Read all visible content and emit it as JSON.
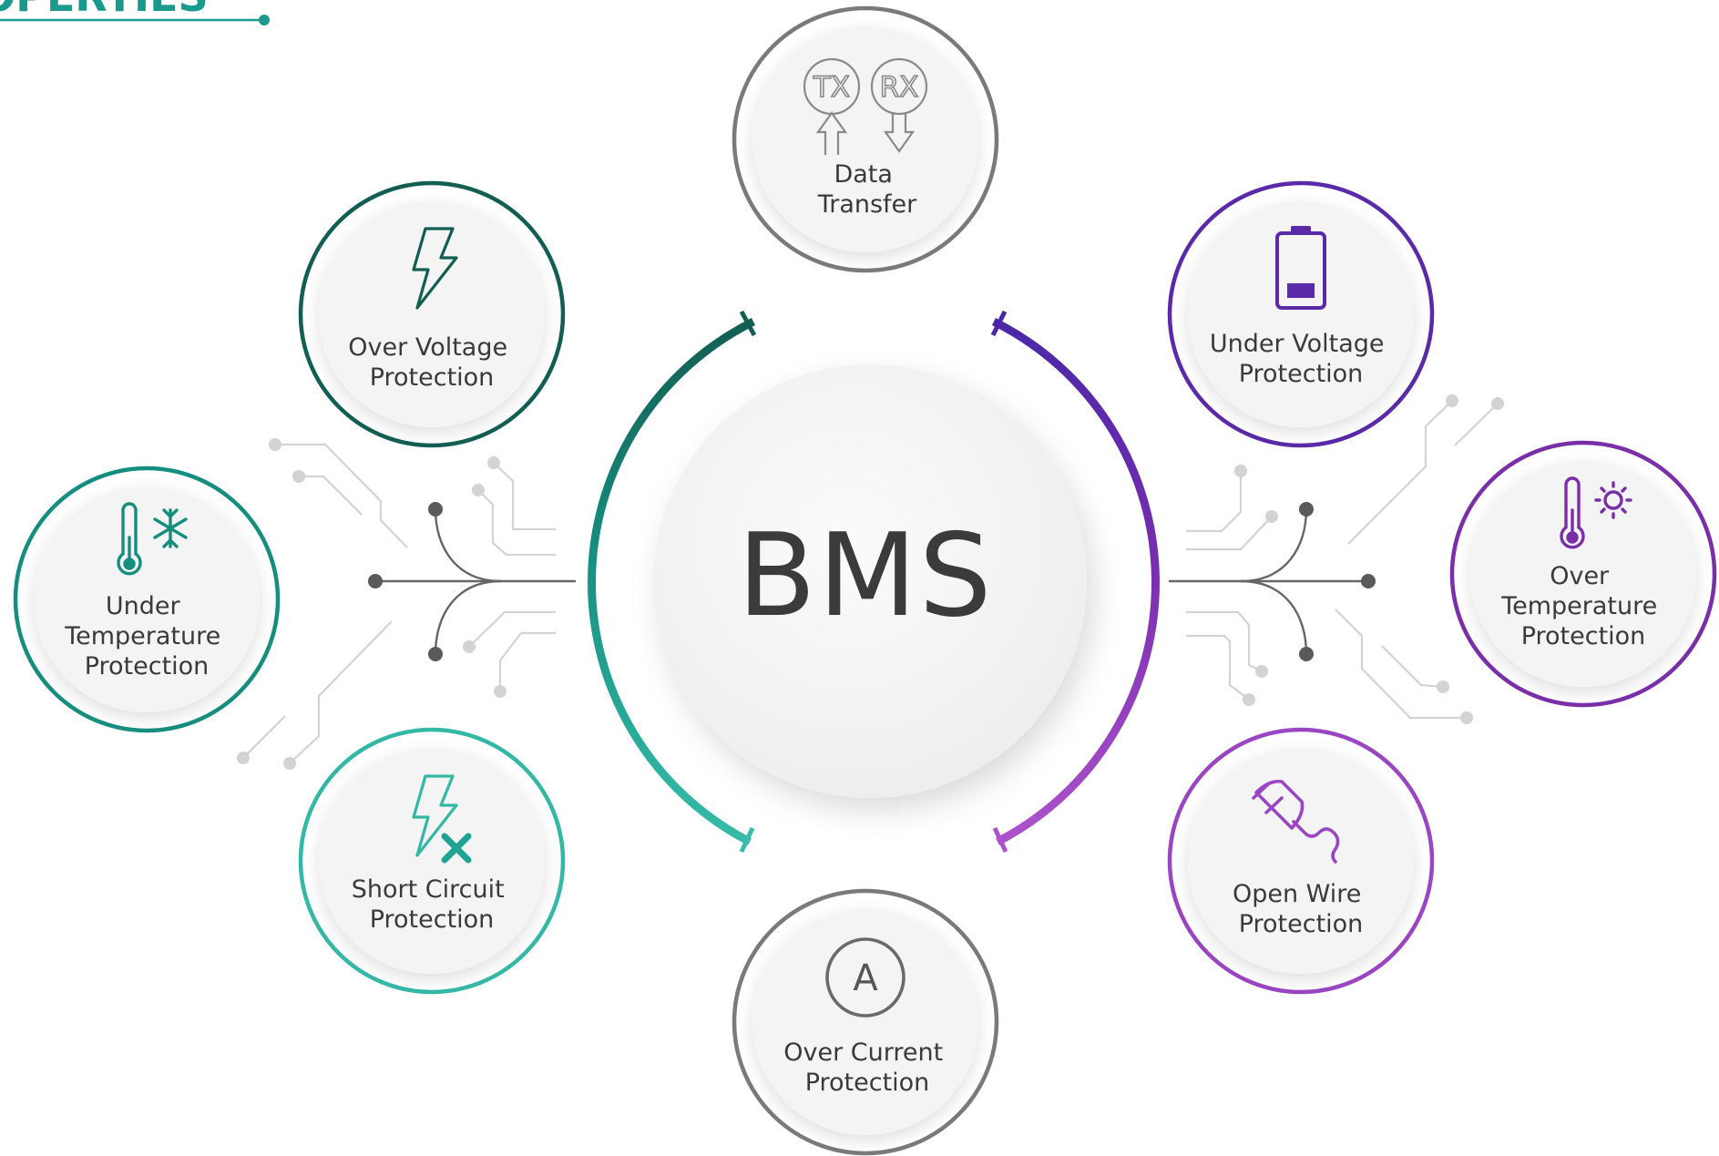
{
  "header": {
    "title": "OPERTIES"
  },
  "center": {
    "label": "BMS"
  },
  "nodes": [
    {
      "key": "data_transfer",
      "lines": [
        "Data",
        "Transfer"
      ],
      "ring_color": "#7a7a7a",
      "icon": "tx-rx-icon",
      "icon_text": [
        "TX",
        "RX"
      ]
    },
    {
      "key": "over_voltage",
      "lines": [
        "Over Voltage",
        "Protection"
      ],
      "ring_color": "#135e52",
      "icon": "lightning-bolt-icon"
    },
    {
      "key": "under_voltage",
      "lines": [
        "Under Voltage",
        "Protection"
      ],
      "ring_color": "#5a2aa8",
      "icon": "low-battery-icon"
    },
    {
      "key": "under_temperature",
      "lines": [
        "Under",
        "Temperature",
        "Protection"
      ],
      "ring_color": "#168e7f",
      "icon": "thermometer-snowflake-icon"
    },
    {
      "key": "over_temperature",
      "lines": [
        "Over",
        "Temperature",
        "Protection"
      ],
      "ring_color": "#7a2ea8",
      "icon": "thermometer-sun-icon"
    },
    {
      "key": "short_circuit",
      "lines": [
        "Short Circuit",
        "Protection"
      ],
      "ring_color": "#34b8a6",
      "icon": "lightning-cross-icon"
    },
    {
      "key": "open_wire",
      "lines": [
        "Open Wire",
        "Protection"
      ],
      "ring_color": "#9a45c2",
      "icon": "unplugged-wire-icon"
    },
    {
      "key": "over_current",
      "lines": [
        "Over Current",
        "Protection"
      ],
      "ring_color": "#7a7a7a",
      "icon": "ammeter-icon",
      "icon_text": [
        "A"
      ]
    }
  ],
  "colors": {
    "teal_dark": "#135e52",
    "teal": "#1a9a8c",
    "teal_light": "#34b8a6",
    "purple_dark": "#4a27a8",
    "purple": "#8a3ab8",
    "purple_light": "#a64cc8",
    "gray": "#7a7a7a"
  }
}
